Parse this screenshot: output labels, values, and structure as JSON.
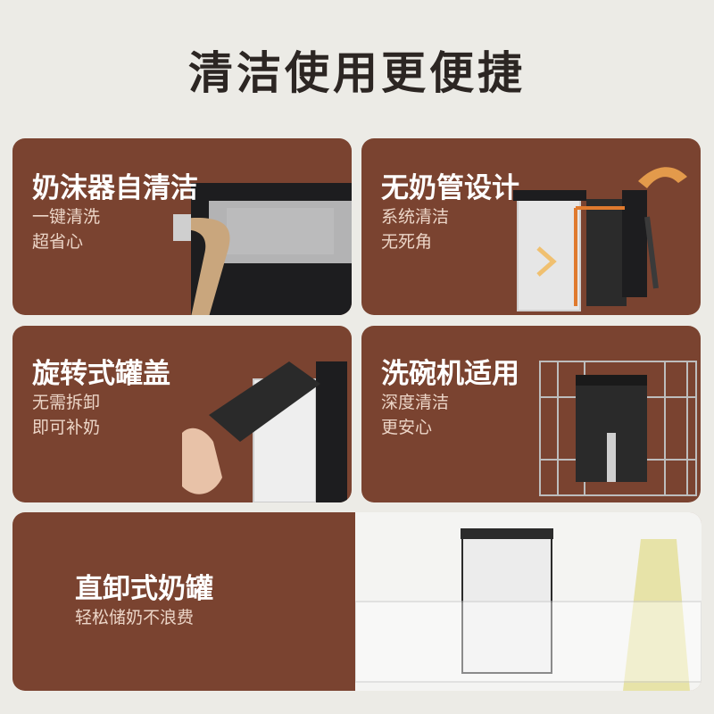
{
  "page": {
    "title": "清洁使用更便捷"
  },
  "features": [
    {
      "title": "奶沫器自清洁",
      "lines": [
        "一键清洗",
        "超省心"
      ]
    },
    {
      "title": "无奶管设计",
      "lines": [
        "系统清洁",
        "无死角"
      ]
    },
    {
      "title": "旋转式罐盖",
      "lines": [
        "无需拆卸",
        "即可补奶"
      ]
    },
    {
      "title": "洗碗机适用",
      "lines": [
        "深度清洁",
        "更安心"
      ]
    },
    {
      "title": "直卸式奶罐",
      "lines": [
        "轻松储奶不浪费"
      ]
    }
  ],
  "colors": {
    "card": "#7a4330",
    "page_bg": "#ecebe6",
    "title": "#2c2623",
    "accent": "#e39a4b"
  }
}
